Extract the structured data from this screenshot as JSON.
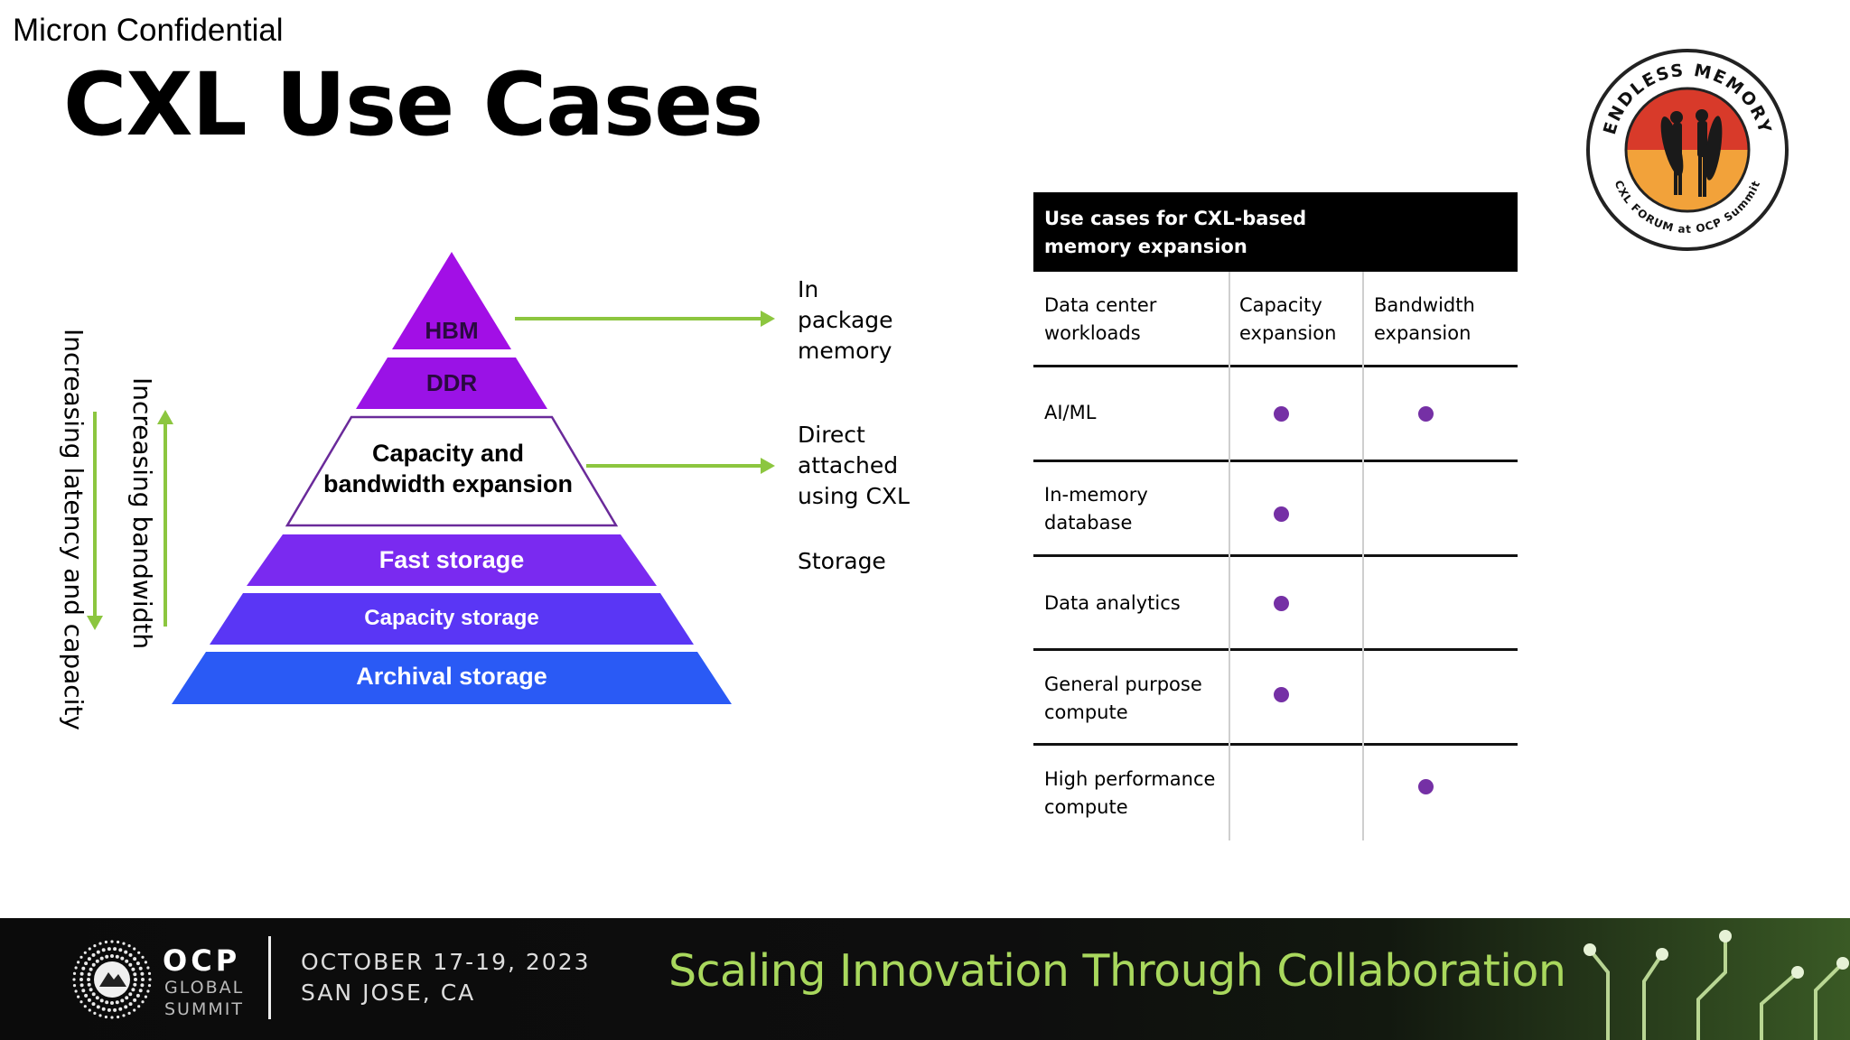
{
  "header": {
    "confidential": "Micron Confidential",
    "title": "CXL Use Cases"
  },
  "logo": {
    "top_text": "ENDLESS MEMORY",
    "bottom_text": "CXL FORUM at OCP Summit"
  },
  "pyramid": {
    "tiers": [
      {
        "label": "HBM"
      },
      {
        "label": "DDR"
      },
      {
        "label": "Capacity and\nbandwidth expansion"
      },
      {
        "label": "Fast storage"
      },
      {
        "label": "Capacity storage"
      },
      {
        "label": "Archival storage"
      }
    ],
    "latency_label": "Increasing latency and capacity",
    "bandwidth_label": "Increasing bandwidth"
  },
  "descriptions": {
    "in_package": "In\npackage\nmemory",
    "direct": "Direct\nattached\nusing CXL",
    "storage": "Storage"
  },
  "table": {
    "title": "Use cases for CXL-based\nmemory expansion",
    "columns": [
      "Data center\nworkloads",
      "Capacity\nexpansion",
      "Bandwidth\nexpansion"
    ],
    "rows": [
      {
        "workload": "AI/ML",
        "capacity": true,
        "bandwidth": true
      },
      {
        "workload": "In-memory\ndatabase",
        "capacity": true,
        "bandwidth": false
      },
      {
        "workload": "Data analytics",
        "capacity": true,
        "bandwidth": false
      },
      {
        "workload": "General purpose\ncompute",
        "capacity": true,
        "bandwidth": false
      },
      {
        "workload": "High performance\ncompute",
        "capacity": false,
        "bandwidth": true
      }
    ]
  },
  "footer": {
    "org_name": "OCP",
    "org_line1": "GLOBAL",
    "org_line2": "SUMMIT",
    "date": "OCTOBER 17-19, 2023",
    "place": "SAN JOSE, CA",
    "tagline": "Scaling Innovation Through Collaboration"
  },
  "colors": {
    "hbm": "#a20fe6",
    "ddr": "#9a12e6",
    "fast_storage": "#7a2af0",
    "capacity_storage": "#5a36f5",
    "archival_storage": "#2a5af5",
    "expansion_border": "#6a2a9a",
    "green_arrow": "#8cc63f",
    "dot": "#7530a5",
    "tagline": "#a9d85d"
  }
}
